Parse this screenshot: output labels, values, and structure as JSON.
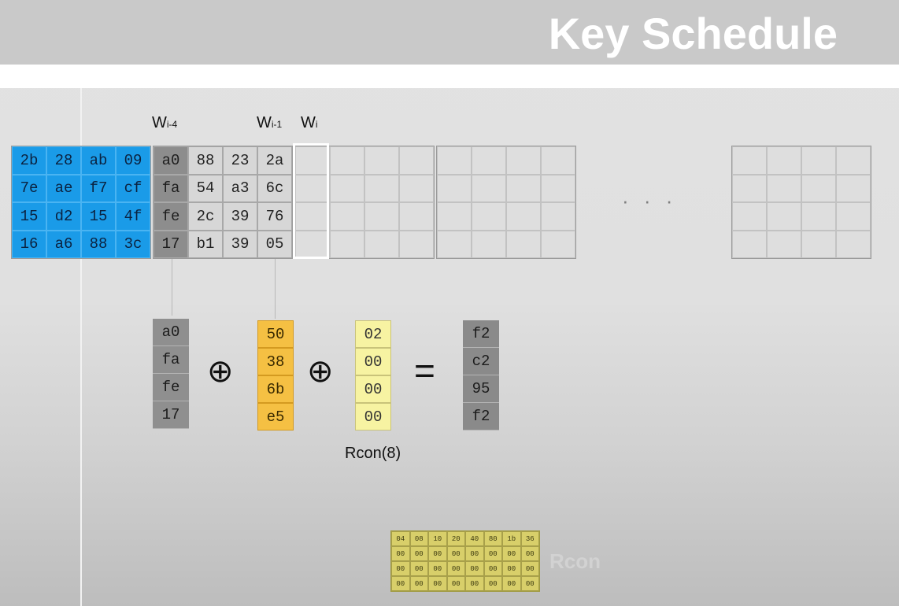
{
  "title": "Key Schedule",
  "labels": {
    "w_i_minus_4": {
      "base": "W",
      "sub": "i-4"
    },
    "w_i_minus_1": {
      "base": "W",
      "sub": "i-1"
    },
    "w_i": {
      "base": "W",
      "sub": "i"
    }
  },
  "cipher_key": [
    [
      "2b",
      "28",
      "ab",
      "09"
    ],
    [
      "7e",
      "ae",
      "f7",
      "cf"
    ],
    [
      "15",
      "d2",
      "15",
      "4f"
    ],
    [
      "16",
      "a6",
      "88",
      "3c"
    ]
  ],
  "round_key_1": [
    [
      "a0",
      "88",
      "23",
      "2a"
    ],
    [
      "fa",
      "54",
      "a3",
      "6c"
    ],
    [
      "fe",
      "2c",
      "39",
      "76"
    ],
    [
      "17",
      "b1",
      "39",
      "05"
    ]
  ],
  "ellipsis": "· · ·",
  "operation": {
    "w_i_minus_4_column": [
      "a0",
      "fa",
      "fe",
      "17"
    ],
    "transformed_w_i_minus_1": [
      "50",
      "38",
      "6b",
      "e5"
    ],
    "rcon_column": [
      "02",
      "00",
      "00",
      "00"
    ],
    "result": [
      "f2",
      "c2",
      "95",
      "f2"
    ],
    "xor_symbol": "⊕",
    "equals_symbol": "=",
    "rcon_label": "Rcon(8)"
  },
  "rcon_table": {
    "label": "Rcon",
    "rows": [
      [
        "04",
        "08",
        "10",
        "20",
        "40",
        "80",
        "1b",
        "36"
      ],
      [
        "00",
        "00",
        "00",
        "00",
        "00",
        "00",
        "00",
        "00"
      ],
      [
        "00",
        "00",
        "00",
        "00",
        "00",
        "00",
        "00",
        "00"
      ],
      [
        "00",
        "00",
        "00",
        "00",
        "00",
        "00",
        "00",
        "00"
      ]
    ]
  },
  "colors": {
    "cipher_key": "#1a9be8",
    "round_key_column": "#8f8f8f",
    "transformed": "#f5c043",
    "rcon": "#f7f3a2",
    "header": "#c9c9c9"
  }
}
